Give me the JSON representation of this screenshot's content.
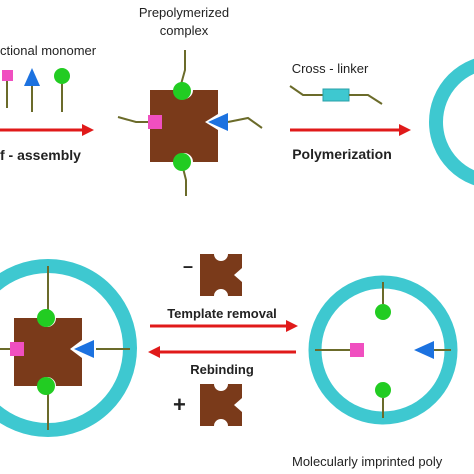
{
  "labels": {
    "functional_monomer": "ctional monomer",
    "prepolymerized_line1": "Prepolymerized",
    "prepolymerized_line2": "complex",
    "cross_linker": "Cross - linker",
    "self_assembly": "f - assembly",
    "polymerization": "Polymerization",
    "template_removal": "Template  removal",
    "rebinding": "Rebinding",
    "minus_sign": "–",
    "plus_sign": "+",
    "mip_caption": "Molecularly  imprinted  poly"
  },
  "colors": {
    "template": "#7a3a1a",
    "ring": "#3ec8d0",
    "monomer_square": "#f04fc0",
    "monomer_triangle": "#1c72e0",
    "monomer_circle": "#22cc22",
    "stalk": "#6b6b2a",
    "arrow": "#e01a1a",
    "crosslinker_box": "#3ec8d0"
  },
  "icons": {
    "square_monomer": "pink-square-icon",
    "triangle_monomer": "blue-triangle-icon",
    "circle_monomer": "green-circle-icon",
    "template_molecule": "brown-template-icon",
    "polymer_ring": "cyan-ring-icon"
  }
}
